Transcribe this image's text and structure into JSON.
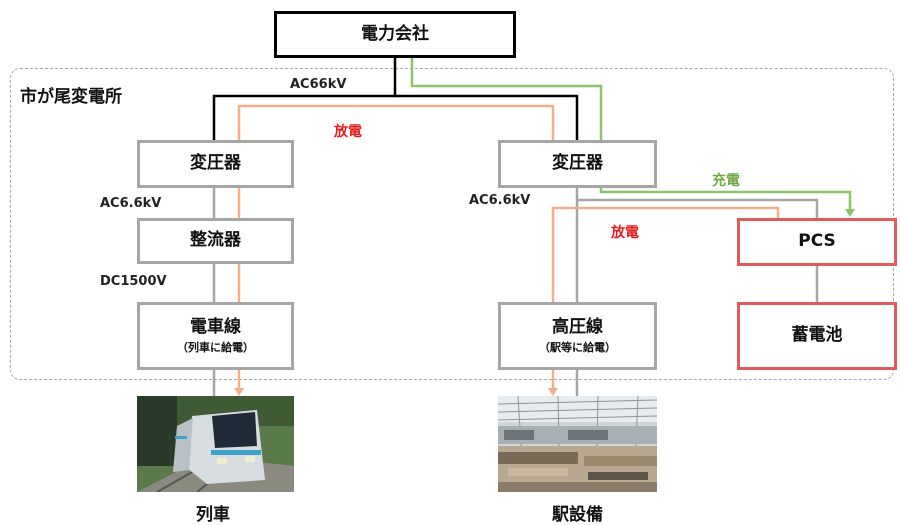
{
  "diagram": {
    "power_company": "電力会社",
    "substation_label": "市が尾変電所",
    "transformer_left": "変圧器",
    "transformer_right": "変圧器",
    "rectifier": "整流器",
    "overhead_line": {
      "title": "電車線",
      "subtitle": "（列車に給電）"
    },
    "hv_line": {
      "title": "高圧線",
      "subtitle": "（駅等に給電）"
    },
    "pcs": "PCS",
    "battery": "蓄電池",
    "voltages": {
      "ac66": "AC66kV",
      "ac66_left": "AC6.6kV",
      "ac66_right": "AC6.6kV",
      "dc1500": "DC1500V"
    },
    "flow_labels": {
      "discharge_top": "放電",
      "discharge_right": "放電",
      "charge": "充電"
    },
    "captions": {
      "train": "列車",
      "station": "駅設備"
    },
    "colors": {
      "discharge_line": "#f0b08a",
      "charge_line": "#8cc36b",
      "grid_line": "#000000",
      "feed_line": "#a6a6a6",
      "pcs_border": "#e05c5c"
    }
  }
}
